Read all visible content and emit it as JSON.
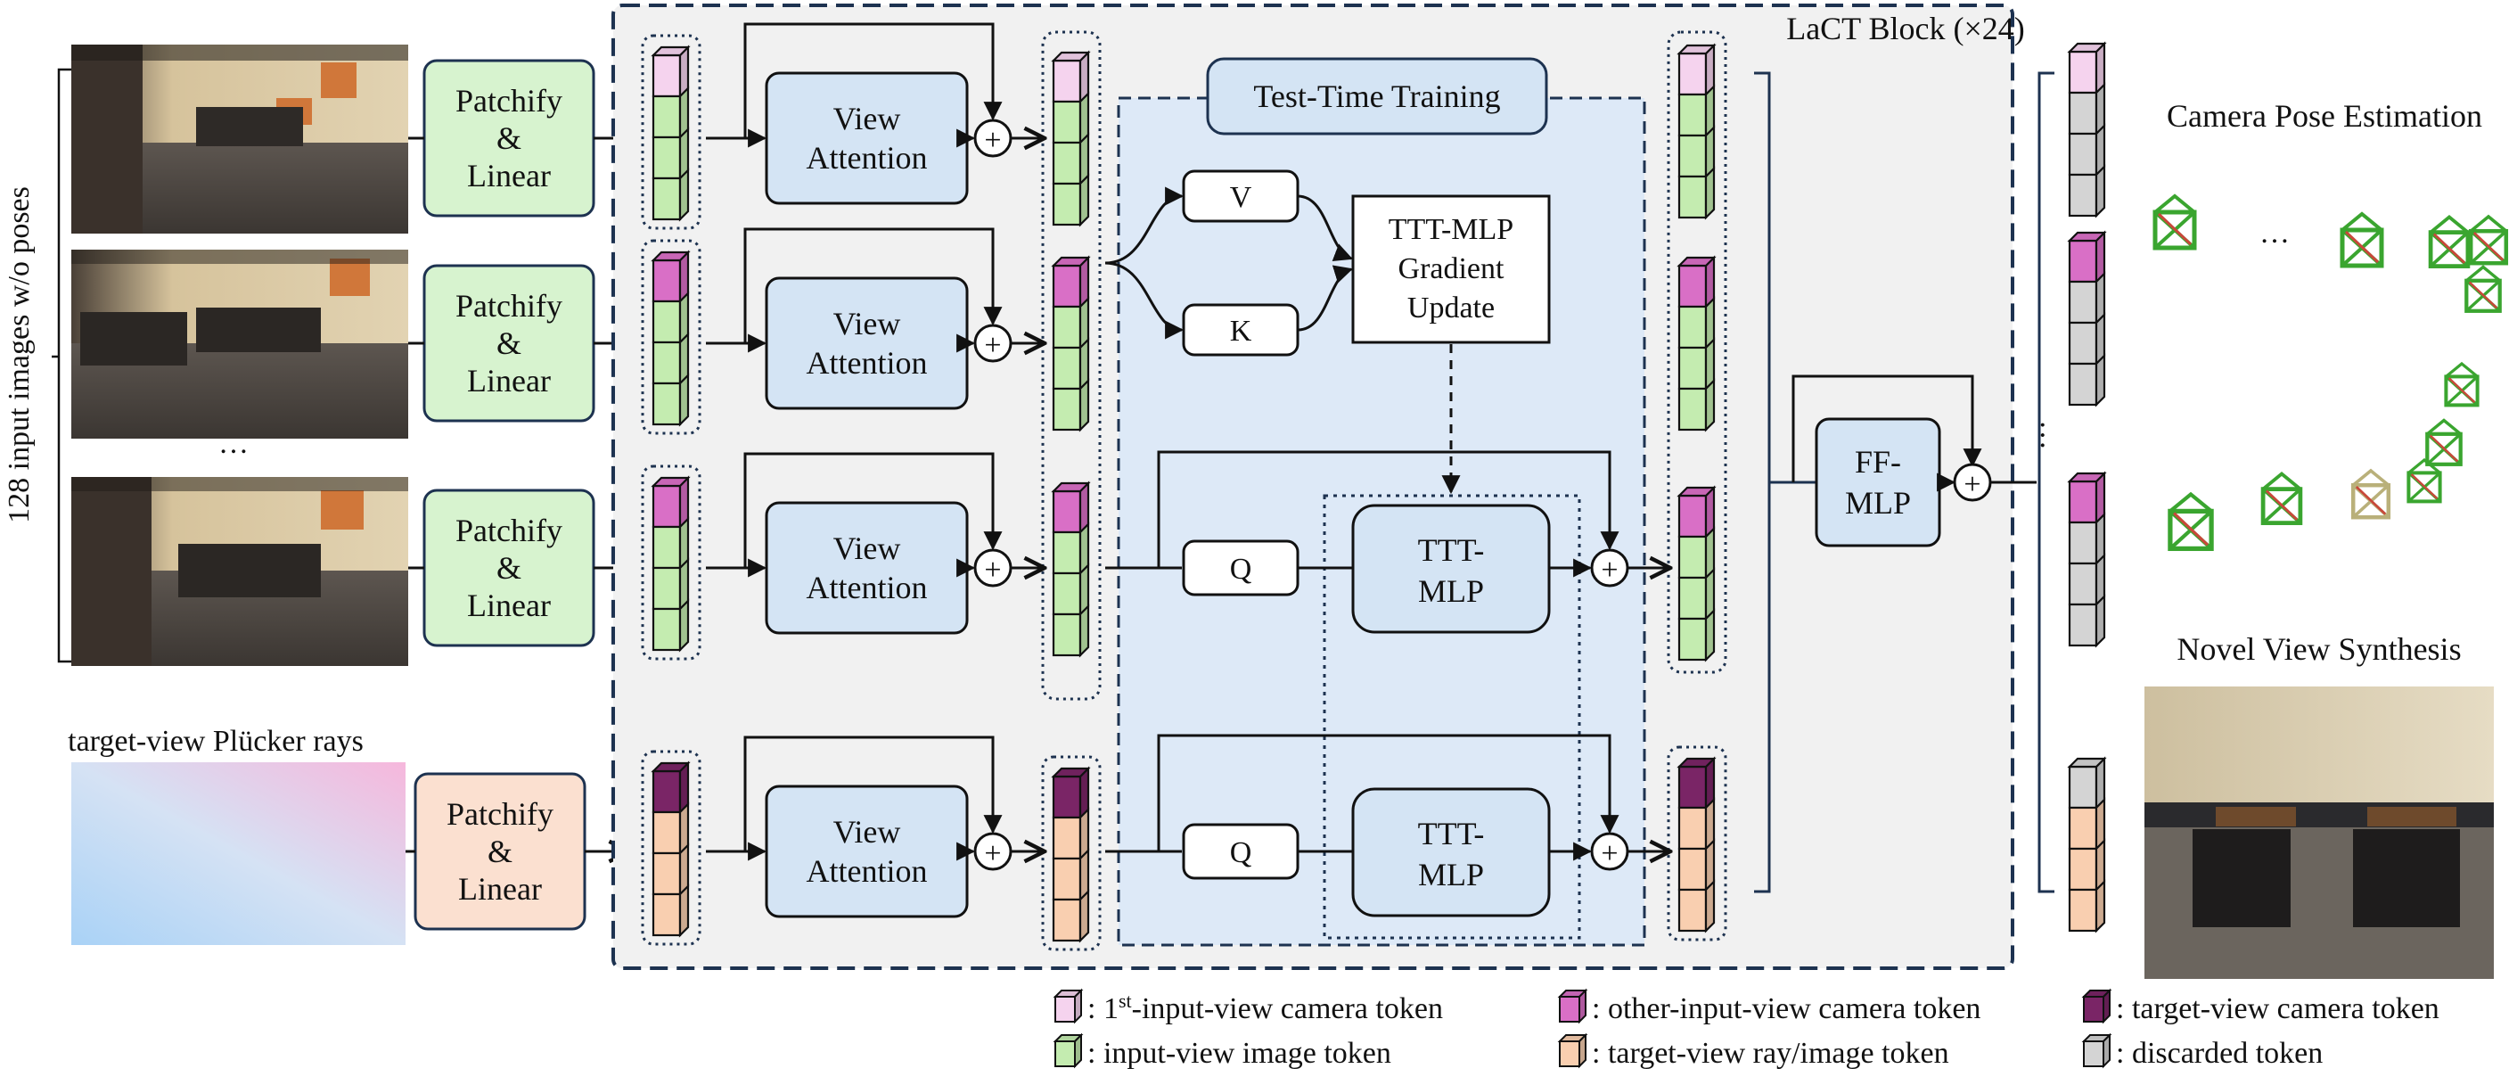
{
  "left": {
    "vertical_label": "128 input images w/o poses",
    "ellipsis": "…",
    "plucker_label": "target-view Plücker rays"
  },
  "patchify": {
    "line1": "Patchify",
    "line2": "&",
    "line3": "Linear"
  },
  "view_attention": {
    "line1": "View",
    "line2": "Attention"
  },
  "block_title": "LaCT Block (×24)",
  "ttt": {
    "title": "Test-Time Training",
    "v": "V",
    "k": "K",
    "q": "Q",
    "grad_line1": "TTT-MLP",
    "grad_line2": "Gradient",
    "grad_line3": "Update",
    "mlp_line1": "TTT-",
    "mlp_line2": "MLP"
  },
  "ffmlp": {
    "line1": "FF-",
    "line2": "MLP"
  },
  "plus": "+",
  "right": {
    "pose_title": "Camera Pose Estimation",
    "ellipsis": "…",
    "nvs_title": "Novel View Synthesis"
  },
  "legend": {
    "first_cam_pre": ": 1",
    "first_cam_sup": "st",
    "first_cam_post": "-input-view camera token",
    "other_cam": ": other-input-view camera token",
    "target_cam": ": target-view camera token",
    "image_token": ": input-view image token",
    "ray_token": ": target-view ray/image token",
    "discarded": ": discarded token"
  },
  "colors": {
    "first_cam": "#f5d3ee",
    "other_cam": "#d96fc6",
    "target_cam": "#7a2566",
    "image_token": "#c4ecb0",
    "ray_token": "#f9cfb0",
    "discarded": "#d4d4d4",
    "patchify_green": "#d7f3cf",
    "patchify_orange": "#fbe0d0",
    "blue_box": "#d4e4f4",
    "ttt_region": "#dde9f7",
    "block_bg": "#f1f1f1"
  }
}
